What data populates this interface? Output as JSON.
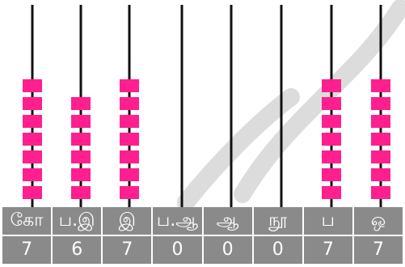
{
  "colors": {
    "bead": "#ff1f8e",
    "rod": "#111111",
    "cell": "#8a8a8a",
    "text": "#ffffff",
    "watermark": "#d8d8d8"
  },
  "columns": [
    {
      "label": "கோ",
      "value": "7",
      "beads": 7
    },
    {
      "label": "ப.இ",
      "value": "6",
      "beads": 6
    },
    {
      "label": "இ",
      "value": "7",
      "beads": 7
    },
    {
      "label": "ப.ஆ",
      "value": "0",
      "beads": 0
    },
    {
      "label": "ஆ",
      "value": "0",
      "beads": 0
    },
    {
      "label": "நூ",
      "value": "0",
      "beads": 0
    },
    {
      "label": "ப",
      "value": "7",
      "beads": 7
    },
    {
      "label": "ஒ",
      "value": "7",
      "beads": 7
    }
  ]
}
